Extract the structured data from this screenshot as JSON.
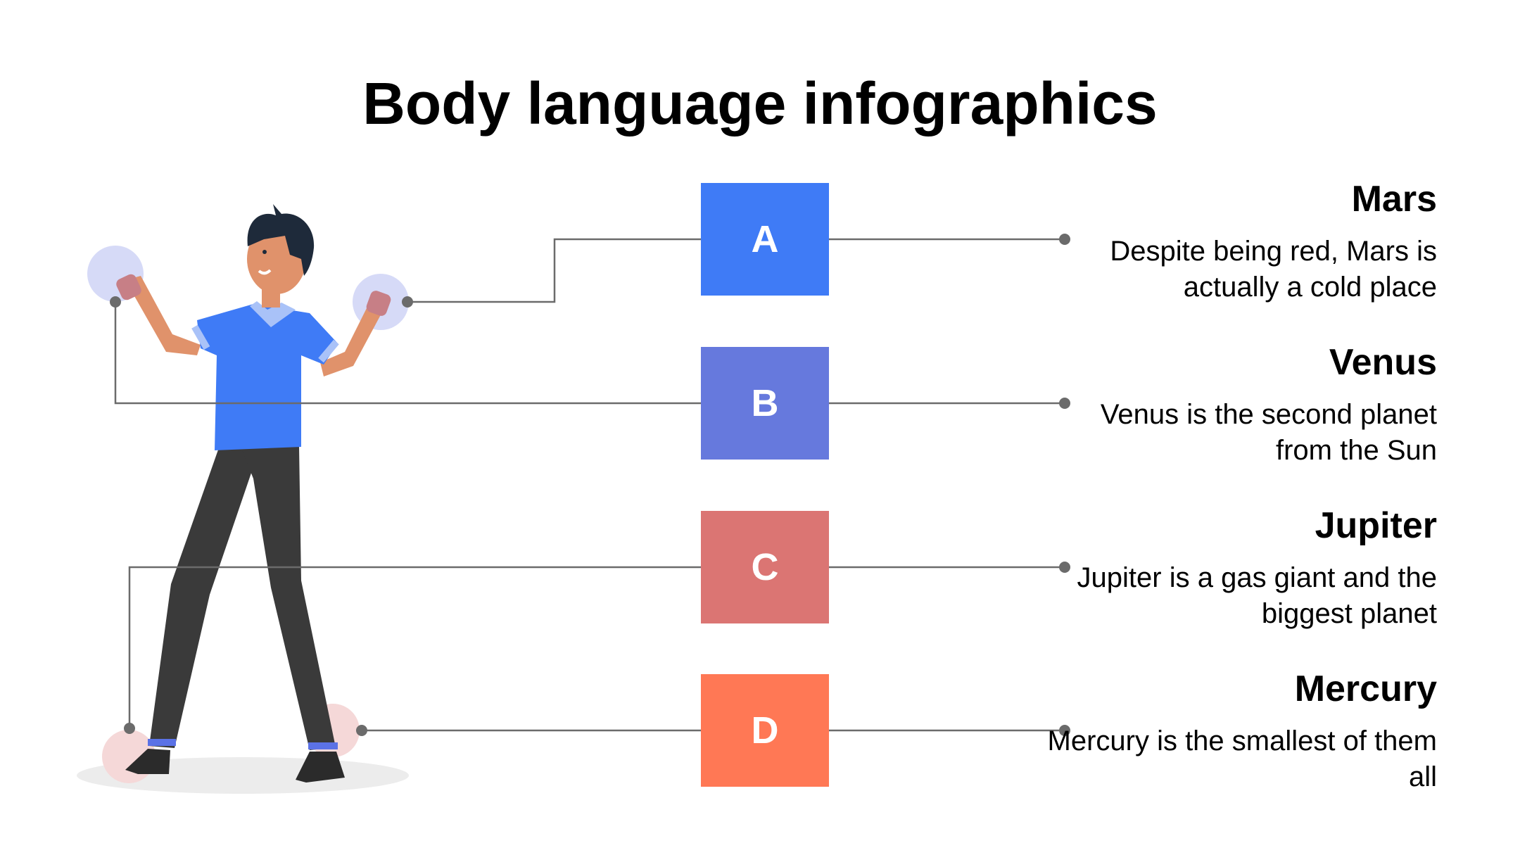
{
  "title": "Body language infographics",
  "items": [
    {
      "letter": "A",
      "heading": "Mars",
      "description": "Despite being red, Mars is actually a cold place",
      "color": "#3F7BF6"
    },
    {
      "letter": "B",
      "heading": "Venus",
      "description": "Venus is the second planet from the Sun",
      "color": "#6679DD"
    },
    {
      "letter": "C",
      "heading": "Jupiter",
      "description": "Jupiter is a gas giant and the biggest planet",
      "color": "#DB7573"
    },
    {
      "letter": "D",
      "heading": "Mercury",
      "description": "Mercury is the smallest of them all",
      "color": "#FF7855"
    }
  ],
  "colors": {
    "connector": "#6b6b6b",
    "shirt": "#3F7BF6",
    "pants": "#3a3a3a",
    "skin": "#E0926B",
    "hand_highlight": "#CFD5F7",
    "foot_highlight": "#F4D2D2"
  },
  "icons": {
    "figure": "standing-man-illustration"
  }
}
